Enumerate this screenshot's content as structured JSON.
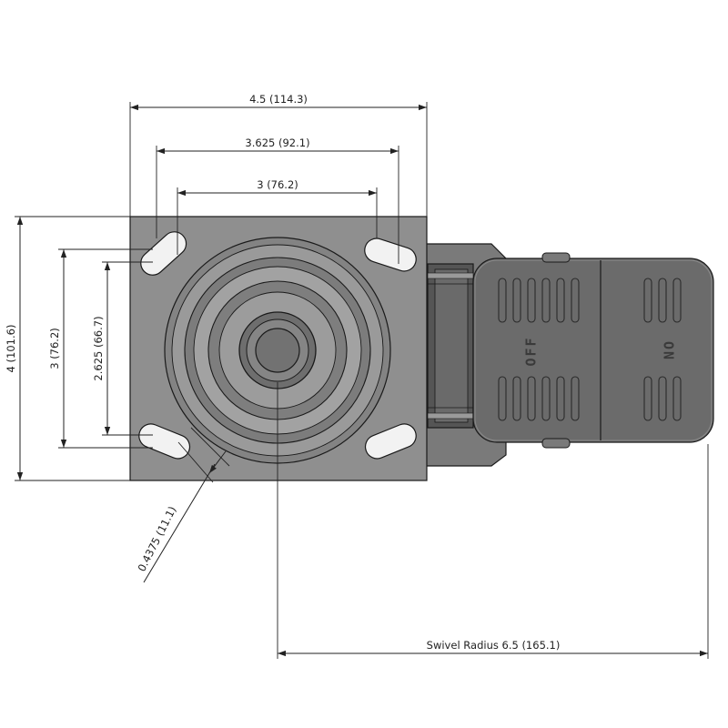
{
  "drawing": {
    "colors": {
      "plate": "#8f8f8f",
      "part_dark": "#5c5c5c",
      "part_mid": "#7d7d7d",
      "line": "#1a1a1a"
    },
    "dimensions": {
      "plate_width": "4.5 (114.3)",
      "outer_slot_spacing": "3.625 (92.1)",
      "inner_slot_spacing": "3 (76.2)",
      "plate_height": "4 (101.6)",
      "vertical_slot_spacing_outer": "3 (76.2)",
      "vertical_slot_spacing_inner": "2.625 (66.7)",
      "bolt_hole": "0.4375 (11.1)",
      "swivel_radius": "Swivel Radius 6.5 (165.1)"
    },
    "brake_labels": {
      "off": "OFF",
      "on": "ON"
    }
  }
}
